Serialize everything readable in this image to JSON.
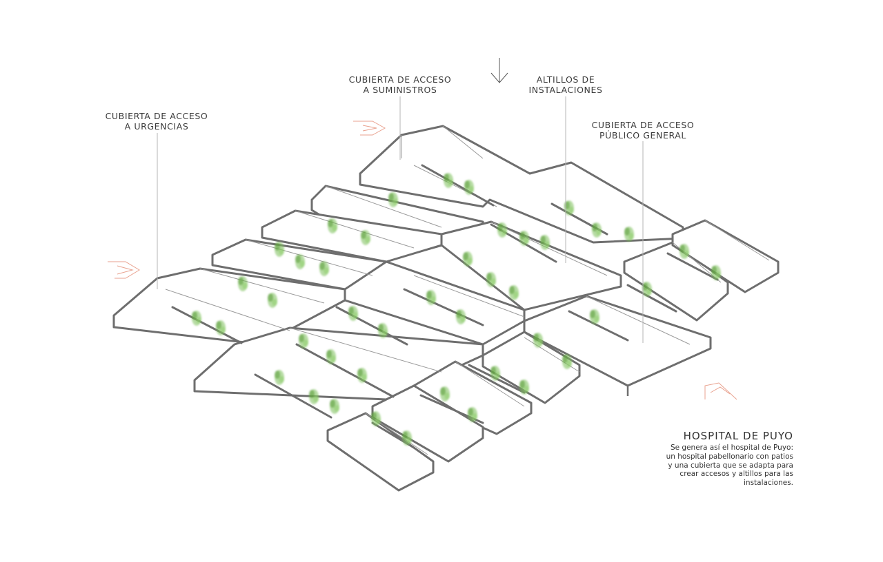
{
  "labels": {
    "urgencias": [
      "CUBIERTA DE ACCESO",
      "A URGENCIAS"
    ],
    "suministros": [
      "CUBIERTA DE ACCESO",
      "A SUMINISTROS"
    ],
    "altillos": [
      "ALTILLOS DE",
      "INSTALACIONES"
    ],
    "publico": [
      "CUBIERTA DE ACCESO",
      "PÚBLICO GENERAL"
    ]
  },
  "info": {
    "title": "HOSPITAL DE PUYO",
    "lines": [
      "Se genera así el hospital de Puyo:",
      "un hospital pabellonario con patios",
      "y una cubierta que se adapta para",
      "crear accesos y altillos para las",
      "instalaciones."
    ]
  },
  "colors": {
    "outline": "#6e6e6e",
    "thin_line": "#9a9a9a",
    "arrow": "#e9a28f",
    "vegetation": "#6aaa4a"
  },
  "icons": [
    "arrow-down-icon",
    "entry-arrow-icon"
  ]
}
